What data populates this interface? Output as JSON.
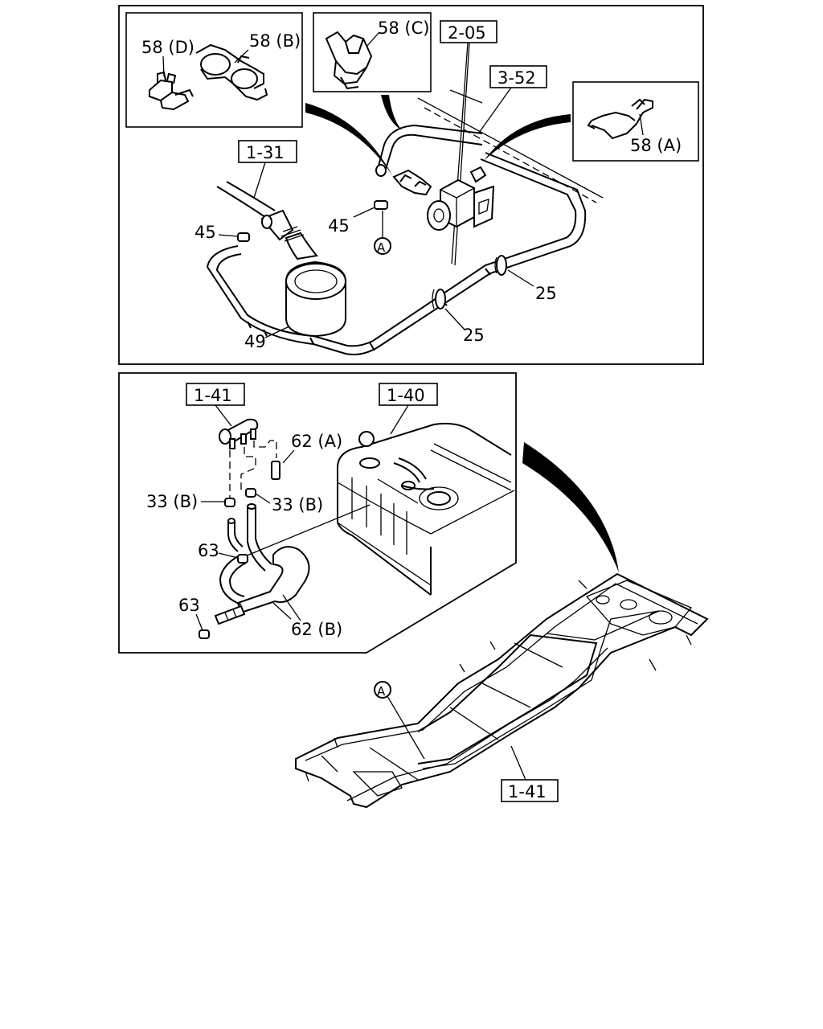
{
  "panel_top": {
    "ref_labels": {
      "r1_31": "1-31",
      "r2_05": "2-05",
      "r3_52": "3-52"
    },
    "part_labels": {
      "p58D": "58 (D)",
      "p58B": "58 (B)",
      "p58C": "58 (C)",
      "p58A": "58 (A)",
      "p45_left": "45",
      "p45_mid": "45",
      "p49": "49",
      "p25_upper": "25",
      "p25_lower": "25"
    },
    "callout_a": "A"
  },
  "panel_middle": {
    "ref_labels": {
      "r1_41": "1-41",
      "r1_40": "1-40"
    },
    "part_labels": {
      "p62A": "62 (A)",
      "p33B_left": "33 (B)",
      "p33B_right": "33 (B)",
      "p63_upper": "63",
      "p63_lower": "63",
      "p62B": "62 (B)"
    }
  },
  "chassis": {
    "ref_label": "1-41",
    "callout_a": "A"
  }
}
